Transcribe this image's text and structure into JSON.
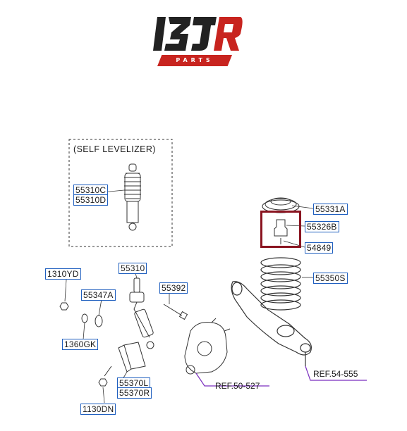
{
  "brand": {
    "logo_text": "13JR",
    "logo_sub": "PARTS",
    "colors": {
      "dark": "#222222",
      "accent": "#c8241f"
    }
  },
  "diagram": {
    "inset_title": "(SELF LEVELIZER)",
    "part_labels": {
      "p55310C": "55310C",
      "p55310D": "55310D",
      "p55331A": "55331A",
      "p55326B": "55326B",
      "p54849": "54849",
      "p55350S": "55350S",
      "p1310YD": "1310YD",
      "p55310": "55310",
      "p55347A": "55347A",
      "p55392": "55392",
      "p1360GK": "1360GK",
      "p55370L": "55370L",
      "p55370R": "55370R",
      "p1130DN": "1130DN"
    },
    "refs": {
      "knuckle": "REF.50-527",
      "arm": "REF.54-555"
    },
    "colors": {
      "label_border": "#1f5fbf",
      "ref_arrow": "#7b2fbf",
      "highlight": "#8a1420"
    }
  }
}
